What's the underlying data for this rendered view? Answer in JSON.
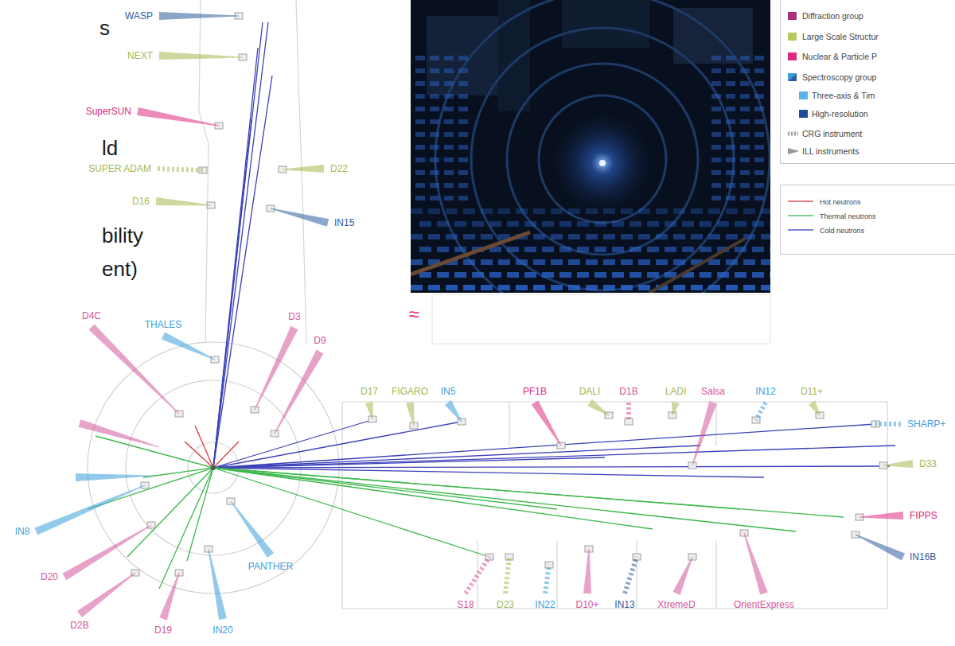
{
  "diagram": {
    "labels": [
      "s",
      "ld",
      "bility",
      "ent)",
      "WASP",
      "NEXT",
      "SuperSUN",
      "SUPER ADAM",
      "D22",
      "D16",
      "IN15",
      "THALES",
      "D4C",
      "D3",
      "D9",
      "≈",
      "D17",
      "FIGARO",
      "IN5",
      "PF1B",
      "DALI",
      "D1B",
      "LADI",
      "Salsa",
      "IN12",
      "D11+",
      "SHARP+",
      "D33",
      "FIPPS",
      "IN8",
      "D20",
      "PANTHER",
      "IN16B",
      "S18",
      "D23",
      "IN22",
      "D10+",
      "IN13",
      "XtremeD",
      "OrientExpress",
      "D2B",
      "D19",
      "IN20"
    ],
    "legend": [
      {
        "text": "Diffraction group",
        "color": "#a8317f"
      },
      {
        "text": "Large Scale Structur",
        "color": "#b5ca5c"
      },
      {
        "text": "Nuclear & Particle P",
        "color": "#e0287c"
      },
      {
        "text": "Spectroscopy group"
      },
      {
        "text": "Three-axis & Tim",
        "color": "#5ab2e6"
      },
      {
        "text": "High-resolution",
        "color": "#1f4c94"
      },
      {
        "text": "CRG instrument"
      },
      {
        "text": "ILL instruments"
      },
      {
        "text": "Hot neutrons"
      },
      {
        "text": "Thermal neutrons"
      },
      {
        "text": "Cold neutrons"
      }
    ]
  }
}
